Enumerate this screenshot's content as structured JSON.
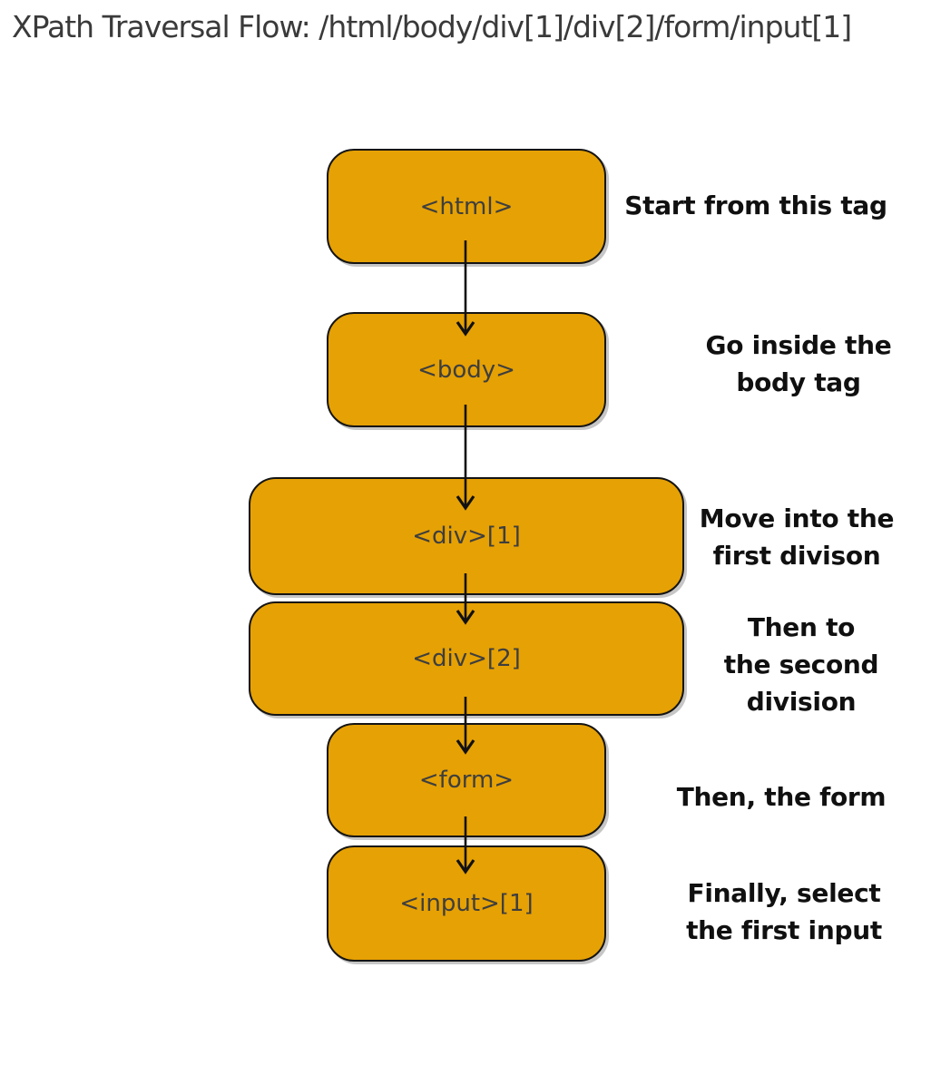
{
  "title": "XPath Traversal Flow: /html/body/div[1]/div[2]/form/input[1]",
  "nodes": [
    {
      "tag": "<html>",
      "label_lines": [
        "Start from this tag"
      ]
    },
    {
      "tag": "<body>",
      "label_lines": [
        "Go inside the",
        "body tag"
      ]
    },
    {
      "tag": "<div>[1]",
      "label_lines": [
        "Move into the",
        "first divison"
      ]
    },
    {
      "tag": "<div>[2]",
      "label_lines": [
        "Then to",
        "the second",
        "division"
      ]
    },
    {
      "tag": "<form>",
      "label_lines": [
        "Then, the form"
      ]
    },
    {
      "tag": "<input>[1]",
      "label_lines": [
        "Finally, select",
        "the first input"
      ]
    }
  ],
  "colors": {
    "node_fill": "#E6A104",
    "node_border": "#141414",
    "node_text": "#3E3E3E",
    "label_text": "#101010",
    "title_text": "#3A3A3A",
    "arrow": "#111111",
    "shadow": "#C6C6C6",
    "background": "#FFFFFF"
  }
}
